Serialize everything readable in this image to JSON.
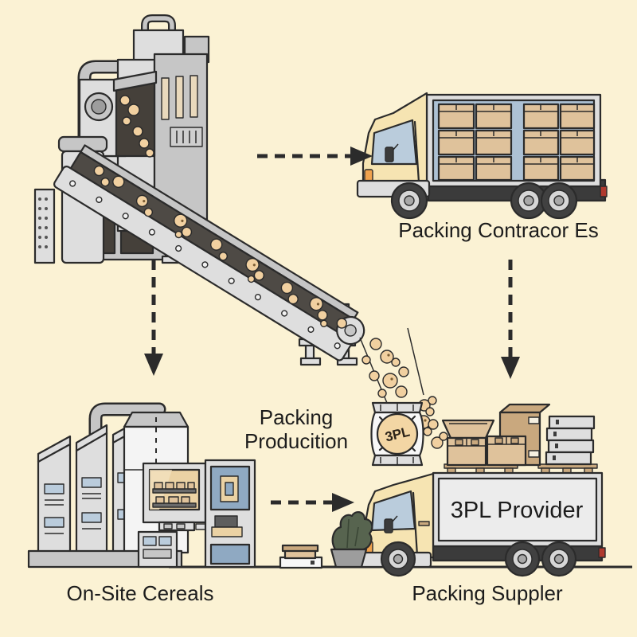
{
  "background_color": "#FBF2D4",
  "palette": {
    "ink": "#2B2B2B",
    "gray_light": "#DEDEDE",
    "gray_mid": "#C6C6C6",
    "belt": "#4E4A45",
    "cereal": "#F1D0A0",
    "cream": "#F6E4B2",
    "window_blue": "#BACCDC",
    "trailer_blue": "#ADC1D4",
    "box_tan": "#DFC29B",
    "box_tan_dark": "#C9A87E",
    "chassis": "#3B3B3B",
    "plant_green": "#57644F",
    "panel_blue": "#8FA9C2",
    "screen_tan": "#EBD2A4",
    "accent_orange": "#F0A24D",
    "taillight_red": "#B03A2E",
    "label_color": "#1C1C1C"
  },
  "labels": {
    "packing_contractor": "Packing Contracor Es",
    "packing_production_line1": "Packing",
    "packing_production_line2": "Producition",
    "onsite_cereals": "On-Site Cereals",
    "packing_supplier": "Packing Suppler",
    "provider_truck": "3PL Provider",
    "bag_badge": "3PL"
  },
  "objects": {
    "machine": "cereal-processing-machine",
    "conveyor": "inclined-conveyor-belt-with-cereal",
    "truck_top": "box-truck-loaded-with-cartons",
    "factory": "on-site-cereal-factory",
    "bag": "cereal-bag-3pl",
    "truck_bottom": "3pl-provider-box-truck-with-pallets",
    "plant": "potted-plant",
    "tray_stack": "stacked-trays",
    "arrows": "dashed-flow-arrows"
  }
}
